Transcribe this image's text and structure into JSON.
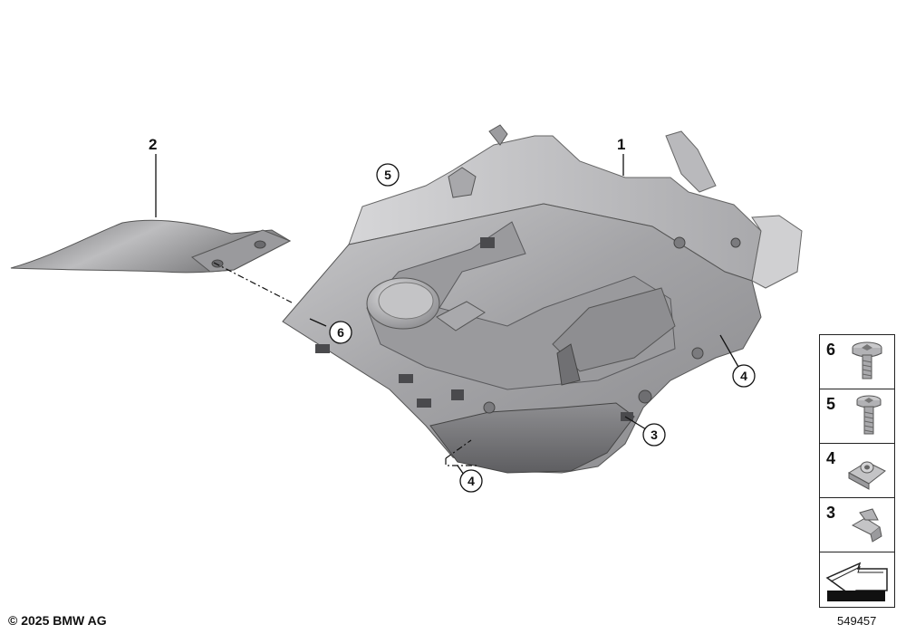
{
  "callouts": {
    "part1": "1",
    "part2": "2",
    "part3": "3",
    "part4a": "4",
    "part4b": "4",
    "part5": "5",
    "part6": "6"
  },
  "legend": {
    "items": [
      {
        "number": "6",
        "icon": "flange-screw-icon"
      },
      {
        "number": "5",
        "icon": "torx-screw-icon"
      },
      {
        "number": "4",
        "icon": "clip-nut-icon"
      },
      {
        "number": "3",
        "icon": "spring-clip-icon"
      },
      {
        "number": "",
        "icon": "direction-arrow-icon"
      }
    ]
  },
  "footer": {
    "copyright": "© 2025 BMW AG",
    "diagram_number": "549457"
  }
}
